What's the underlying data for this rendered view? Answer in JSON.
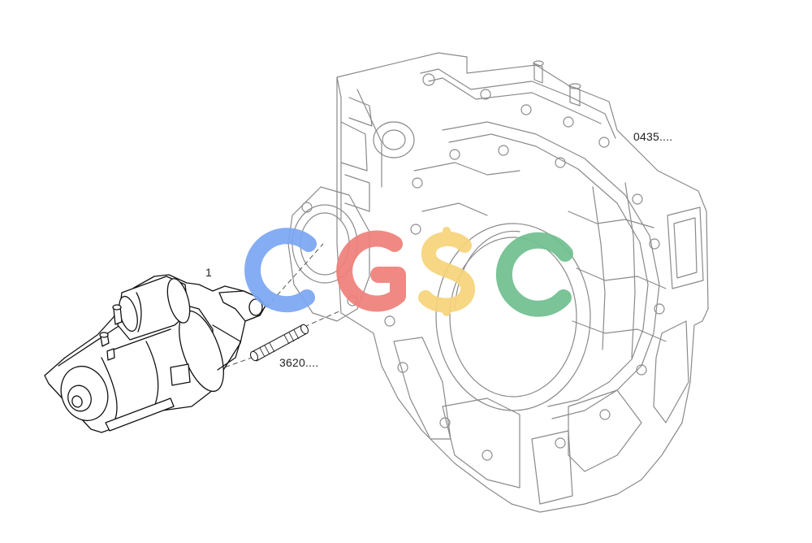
{
  "callouts": {
    "flywheel_housing": "0435....",
    "starter_motor": "1",
    "stud": "3620...."
  },
  "watermark": {
    "text": "CGSC",
    "letters": [
      {
        "char": "C",
        "color": "#7aa6f2"
      },
      {
        "char": "G",
        "color": "#ef8079"
      },
      {
        "char": "S",
        "color": "#f7d37a"
      },
      {
        "char": "C",
        "color": "#6fbf8f"
      }
    ]
  }
}
